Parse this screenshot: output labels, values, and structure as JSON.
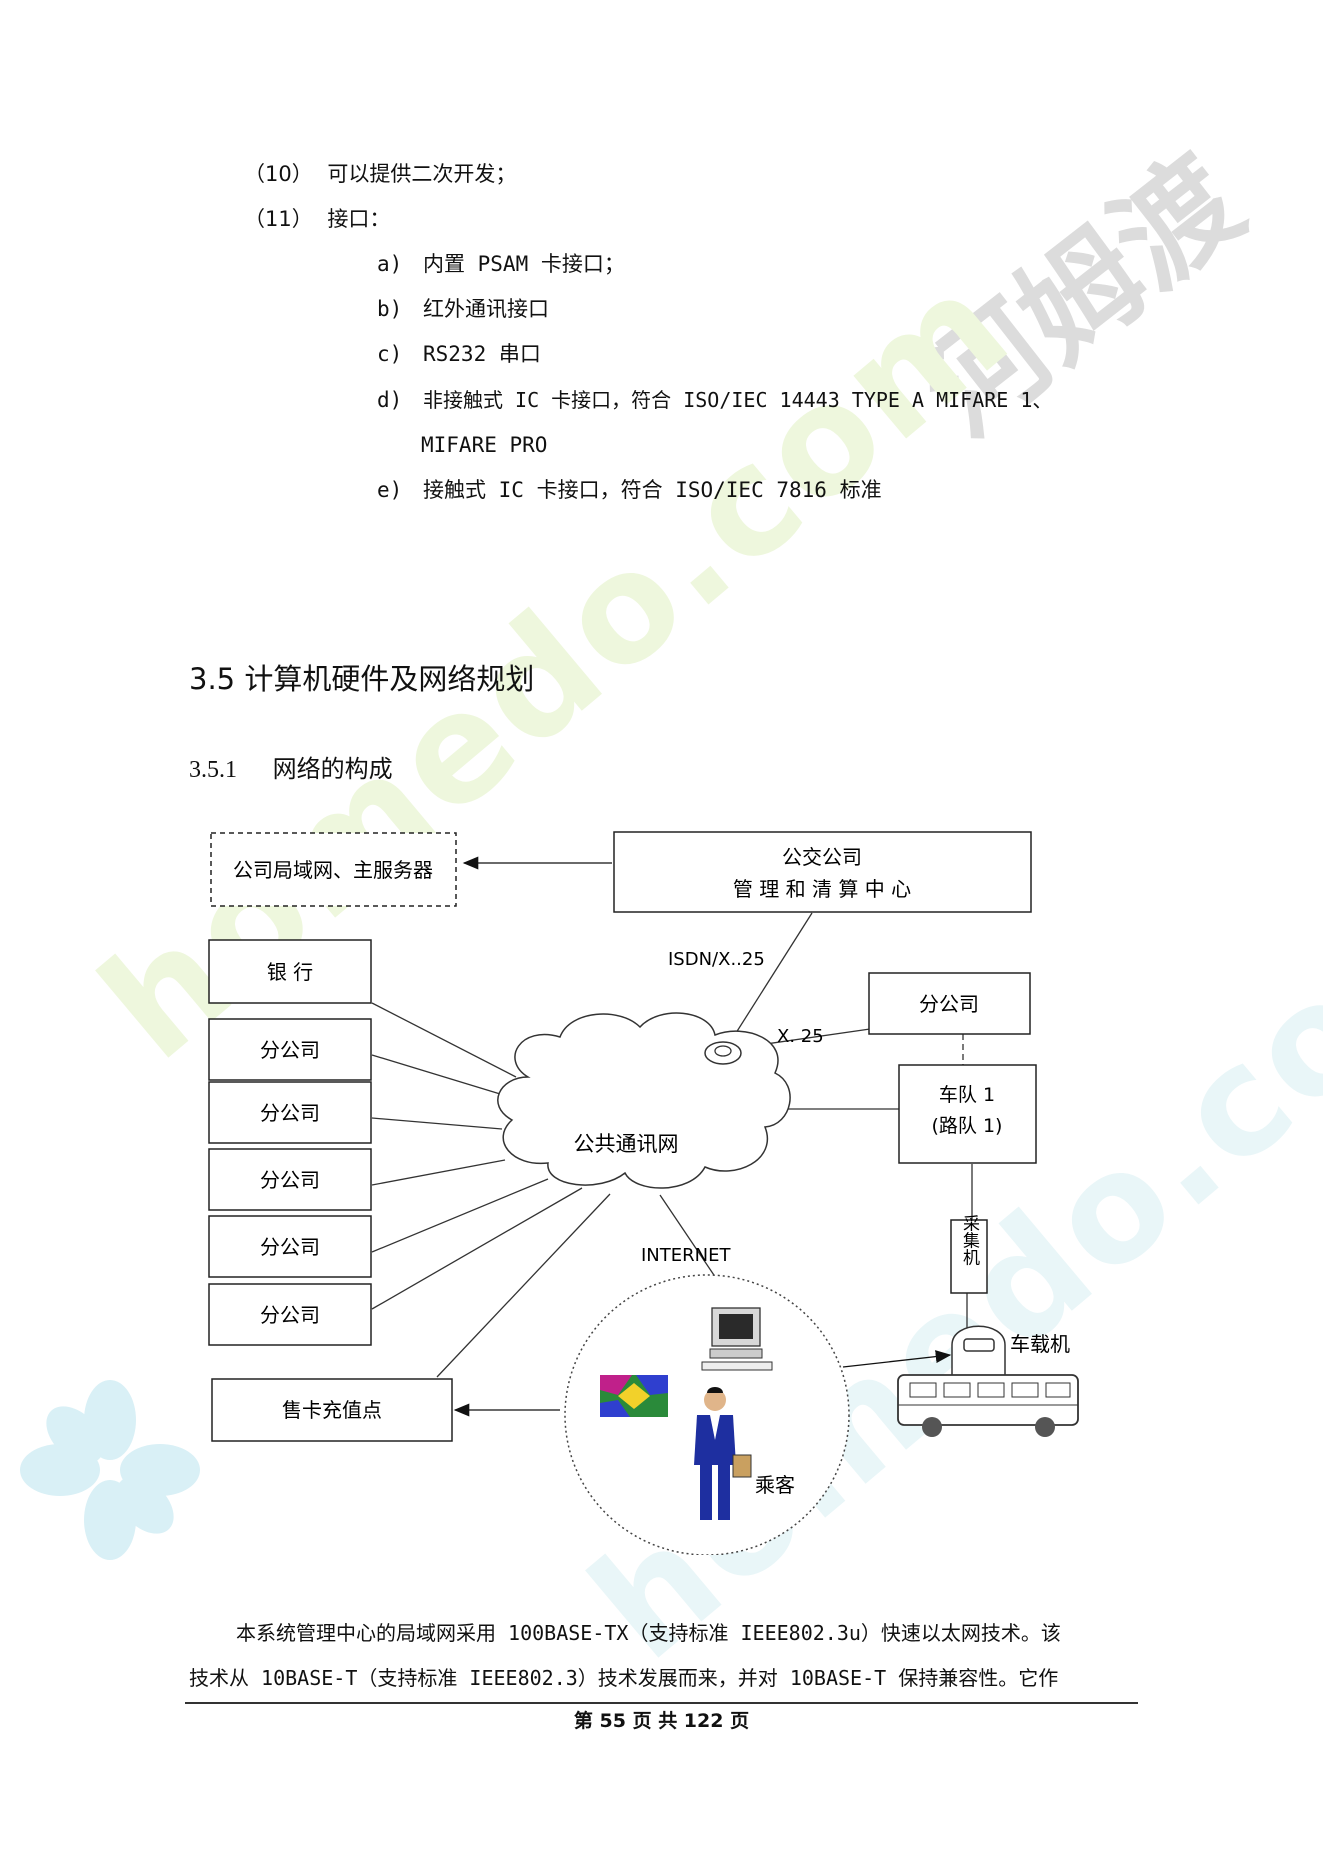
{
  "list": {
    "item10": {
      "num": "（10）",
      "text": "可以提供二次开发；"
    },
    "item11": {
      "num": "（11）",
      "text": "接口："
    },
    "sub": [
      {
        "letter": "a)",
        "text": "内置 PSAM 卡接口；"
      },
      {
        "letter": "b)",
        "text": "红外通讯接口"
      },
      {
        "letter": "c)",
        "text": "RS232 串口"
      },
      {
        "letter": "d)",
        "text": "非接触式 IC 卡接口，符合 ISO/IEC 14443   TYPE A   MIFARE 1、"
      },
      {
        "letter": "",
        "text": "MIFARE PRO"
      },
      {
        "letter": "e)",
        "text": "接触式 IC 卡接口，符合 ISO/IEC 7816 标准"
      }
    ]
  },
  "section": {
    "title": "3.5 计算机硬件及网络规划"
  },
  "subsection": {
    "num": "3.5.1",
    "title": "网络的构成"
  },
  "diagram": {
    "lan_box": "公司局域网、主服务器",
    "center_line1": "公交公司",
    "center_line2": "管 理 和 清 算  中  心",
    "isdn_label": "ISDN/X..25",
    "bank": "银      行",
    "branches": [
      "分公司",
      "分公司",
      "分公司",
      "分公司",
      "分公司"
    ],
    "branch_right": "分公司",
    "x25_label": "X.  25",
    "fleet_line1": "车队 1",
    "fleet_line2": "(路队 1)",
    "cloud_label": "公共通讯网",
    "internet_label": "INTERNET",
    "collector": "采集机",
    "onboard": "车载机",
    "card_point": "售卡充值点",
    "passenger": "乘客"
  },
  "paragraph": {
    "line1": "本系统管理中心的局域网采用 100BASE-TX（支持标准 IEEE802.3u）快速以太网技术。该",
    "line2": "技术从 10BASE-T（支持标准 IEEE802.3）技术发展而来，并对 10BASE-T 保持兼容性。它作"
  },
  "footer": {
    "text": "第 55 页 共 122 页"
  },
  "watermark": {
    "text1": "河姆渡",
    "text2": "homedo.com"
  }
}
